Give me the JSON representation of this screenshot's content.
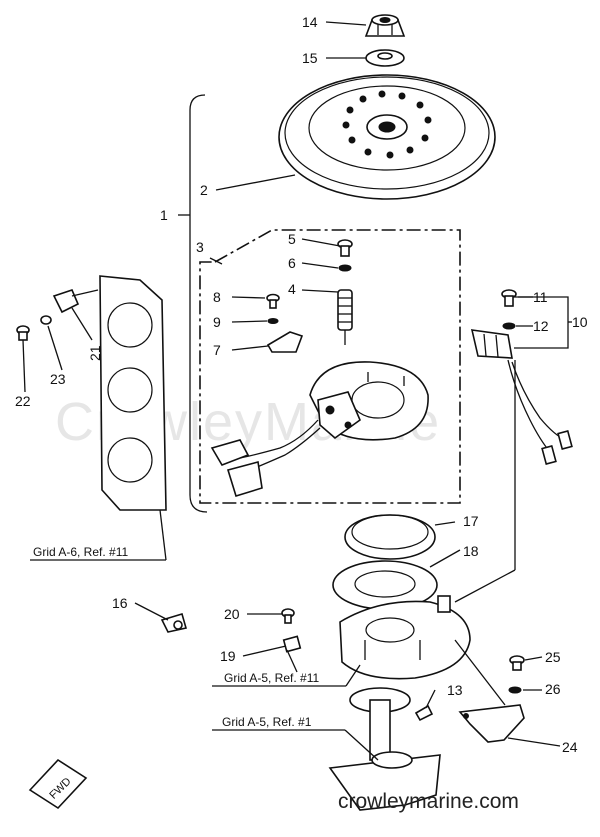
{
  "watermark": "CrowleyMarine",
  "site_footer": "crowleymarine.com",
  "fwd_label": "FWD",
  "callouts": {
    "c1": "1",
    "c2": "2",
    "c3": "3",
    "c4": "4",
    "c5": "5",
    "c6": "6",
    "c7": "7",
    "c8": "8",
    "c9": "9",
    "c10": "10",
    "c11": "11",
    "c12": "12",
    "c13": "13",
    "c14": "14",
    "c15": "15",
    "c16": "16",
    "c17": "17",
    "c18": "18",
    "c19": "19",
    "c20": "20",
    "c21": "21",
    "c22": "22",
    "c23": "23",
    "c24": "24",
    "c25": "25",
    "c26": "26"
  },
  "references": {
    "grid_a6": "Grid A-6, Ref. #11",
    "grid_a5_11": "Grid A-5, Ref. #11",
    "grid_a5_1": "Grid A-5, Ref. #1"
  }
}
